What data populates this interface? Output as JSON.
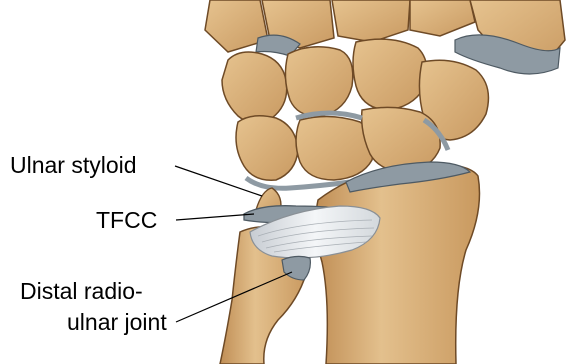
{
  "labels": {
    "ulnar_styloid": "Ulnar styloid",
    "tfcc": "TFCC",
    "druj_line1": "Distal radio-",
    "druj_line2": "ulnar joint"
  },
  "colors": {
    "bone": "#d9b27c",
    "bone_shadow": "#b98a55",
    "bone_outline": "#6e4a26",
    "cartilage": "#8e9aa3",
    "ligament": "#e9edf1",
    "leader_line": "#000000"
  }
}
